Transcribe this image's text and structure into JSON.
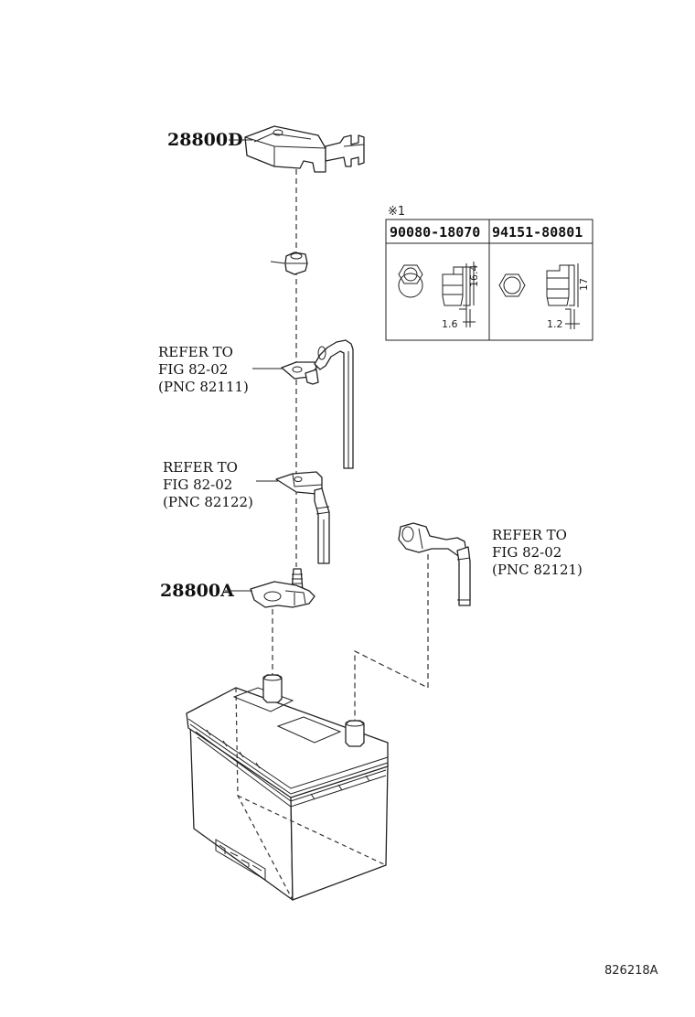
{
  "labels": {
    "cover": "28800D",
    "clamp": "28800A"
  },
  "references": [
    {
      "line1": "REFER TO",
      "line2": "FIG 82-02",
      "line3": "(PNC 82111)"
    },
    {
      "line1": "REFER TO",
      "line2": "FIG 82-02",
      "line3": "(PNC 82122)"
    },
    {
      "line1": "REFER TO",
      "line2": "FIG 82-02",
      "line3": "(PNC 82121)"
    }
  ],
  "fastener_table": {
    "note_mark": "※1",
    "columns": [
      {
        "part_no": "90080-18070",
        "height": "16.4",
        "thickness": "1.6"
      },
      {
        "part_no": "94151-80801",
        "height": "17",
        "thickness": "1.2"
      }
    ]
  },
  "diagram_code": "826218A"
}
